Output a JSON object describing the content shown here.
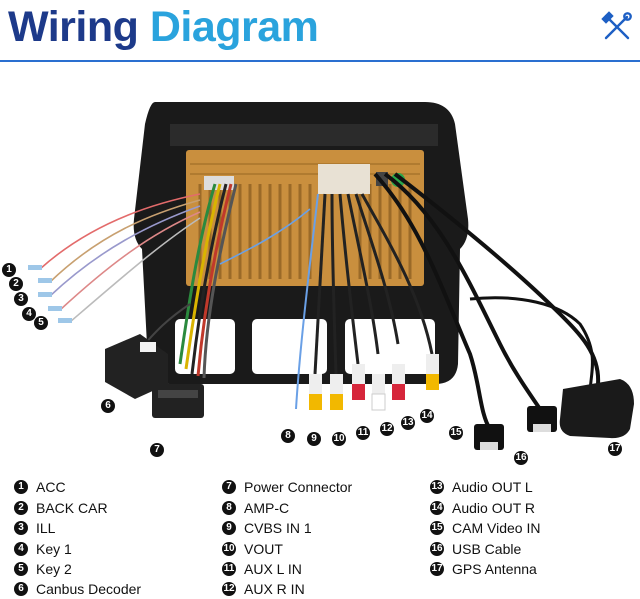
{
  "header": {
    "title_part1": "Wiring",
    "title_part2": "Diagram",
    "icon": "tools-icon",
    "accent_color": "#2a6fd0",
    "title_color_dark": "#1d3a8a",
    "title_color_light": "#2aa3dd"
  },
  "legend": [
    {
      "num": "1",
      "label": "ACC"
    },
    {
      "num": "2",
      "label": "BACK CAR"
    },
    {
      "num": "3",
      "label": "ILL"
    },
    {
      "num": "4",
      "label": "Key 1"
    },
    {
      "num": "5",
      "label": "Key 2"
    },
    {
      "num": "6",
      "label": "Canbus Decoder"
    },
    {
      "num": "7",
      "label": "Power Connector"
    },
    {
      "num": "8",
      "label": "AMP-C"
    },
    {
      "num": "9",
      "label": "CVBS IN 1"
    },
    {
      "num": "10",
      "label": "VOUT"
    },
    {
      "num": "11",
      "label": "AUX L IN"
    },
    {
      "num": "12",
      "label": "AUX R IN"
    },
    {
      "num": "13",
      "label": "Audio OUT L"
    },
    {
      "num": "14",
      "label": "Audio OUT R"
    },
    {
      "num": "15",
      "label": "CAM Video IN"
    },
    {
      "num": "16",
      "label": "USB Cable"
    },
    {
      "num": "17",
      "label": "GPS Antenna"
    }
  ]
}
